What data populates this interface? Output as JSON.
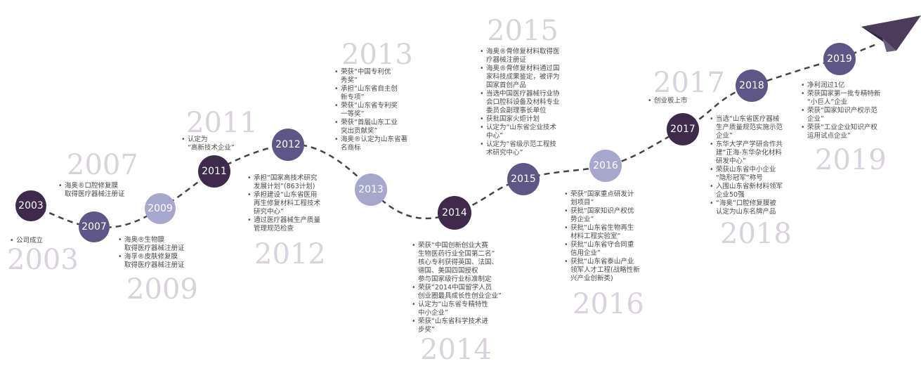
{
  "colors": {
    "dark": "#3e2a4b",
    "mid": "#5e5785",
    "light": "#a7a6cd",
    "big_year": "#d9d2dc",
    "path": "#444444",
    "plane": "#4a3c5a"
  },
  "big_years": [
    "2003",
    "2007",
    "2009",
    "2011",
    "2012",
    "2013",
    "2014",
    "2015",
    "2016",
    "2017",
    "2018",
    "2019"
  ],
  "nodes": [
    {
      "label": "2003",
      "tone": "dark"
    },
    {
      "label": "2007",
      "tone": "mid"
    },
    {
      "label": "2009",
      "tone": "light"
    },
    {
      "label": "2011",
      "tone": "dark"
    },
    {
      "label": "2012",
      "tone": "mid"
    },
    {
      "label": "2013",
      "tone": "light"
    },
    {
      "label": "2014",
      "tone": "dark"
    },
    {
      "label": "2015",
      "tone": "mid"
    },
    {
      "label": "2016",
      "tone": "light"
    },
    {
      "label": "2017",
      "tone": "dark"
    },
    {
      "label": "2018",
      "tone": "mid"
    },
    {
      "label": "2019",
      "tone": "mid"
    }
  ],
  "events": {
    "y2003": [
      "公司成立"
    ],
    "y2007": [
      "海奥®口腔修复膜",
      "取得医疗器械注册证"
    ],
    "y2009": [
      "海奥®生物膜",
      "取得医疗器械注册证",
      "海孚®皮肤修复膜",
      "取得医疗器械注册证"
    ],
    "y2011": [
      "认定为",
      "“高新技术企业”"
    ],
    "y2012": [
      "承担“国家高技术研究",
      "发展计划”(863计划)",
      "承担建设“山东省医用",
      "再生修复材料工程技术",
      "研究中心”",
      "通过医疗器械生产质量",
      "管理规范检查"
    ],
    "y2013": [
      "荣获“中国专利优",
      "秀奖”",
      "承担“山东省自主创",
      "新专项”",
      "荣获“山东省专利奖",
      "一等奖”",
      "荣获“首届山东工业",
      "突出贡献奖”",
      "海奥®认定为山东省著",
      "名商标"
    ],
    "y2014": [
      "荣获“中国创新创业大赛",
      "生物医药行业全国第二名”",
      "核心专利获得英国、法国、",
      "德国、美国四国授权",
      "参与国家级行业标准制定",
      "荣获“2014中国留学人员",
      "创业圈最具成长性创业企业”",
      "认定为“山东省专精特性",
      "中小企业”",
      "荣获“山东省科学技术进",
      "步奖”"
    ],
    "y2015": [
      "海奥®骨修复材料取得医",
      "疗器械注册证",
      "海奥®骨修复材料通过国",
      "家科技成果鉴定，被评为",
      "国家首创产品",
      "当选中国医疗器械行业协",
      "会口腔科设备及材料专业",
      "委员会副理事长单位",
      "获批国家火炬计划",
      "认定为“山东省企业技术",
      "中心”",
      "认定为“省级示范工程技",
      "术研究中心”"
    ],
    "y2016": [
      "荣获“国家重点研发计",
      "划项目”",
      "获批“国家知识产权优",
      "势企业”",
      "获批“山东省生物再生",
      "材料工程实验室”",
      "获批“山东省守合同重",
      "信用企业”",
      "获批“山东省泰山产业",
      "领军人才工程(战略性新",
      "兴产业创新类)"
    ],
    "y2017": [
      "创业板上市"
    ],
    "y2018": [
      "当选“山东省医疗器械",
      "生产质量规范实施示范",
      "企业”",
      "东华大学产学研合作共",
      "建“正海-东华杂化材料",
      "研发中心”",
      "荣获山东省中小企业",
      "“隐形冠军”称号",
      "入围山东省新材料领军",
      "企业50强",
      "“海奥”口腔修复膜被",
      "认定为山东名牌产品"
    ],
    "y2019": [
      "净利润过1亿",
      "荣获国家第一批专精特新",
      "“小巨人”企业",
      "荣获“国家知识产权示范",
      "企业”",
      "荣获“工业企业知识产权",
      "运用试点企业”"
    ]
  }
}
